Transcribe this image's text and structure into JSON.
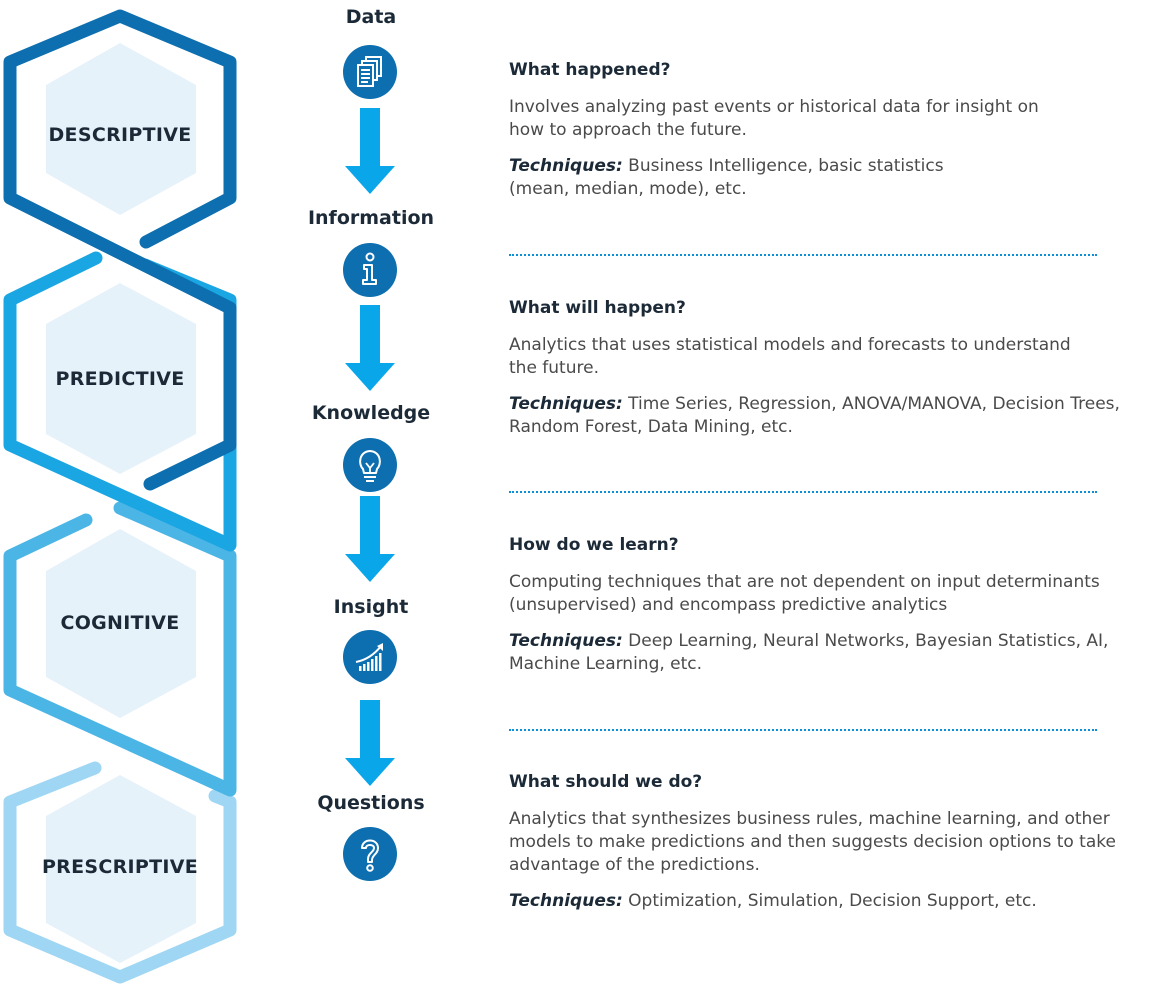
{
  "stages": [
    {
      "label": "DESCRIPTIVE",
      "color": "#0d6faf"
    },
    {
      "label": "PREDICTIVE",
      "color": "#1aa5e3"
    },
    {
      "label": "COGNITIVE",
      "color": "#4bb5e6"
    },
    {
      "label": "PRESCRIPTIVE",
      "color": "#9fd6f3"
    }
  ],
  "steps": [
    {
      "label": "Data",
      "icon": "documents-icon"
    },
    {
      "label": "Information",
      "icon": "info-icon"
    },
    {
      "label": "Knowledge",
      "icon": "lightbulb-icon"
    },
    {
      "label": "Insight",
      "icon": "growth-chart-icon"
    },
    {
      "label": "Questions",
      "icon": "question-icon"
    }
  ],
  "sections": [
    {
      "question": "What happened?",
      "description": "Involves analyzing past events or historical data for insight on how to approach the future.",
      "techniques_label": "Techniques:",
      "techniques": "Business Intelligence, basic statistics (mean, median, mode), etc."
    },
    {
      "question": "What will happen?",
      "description": "Analytics that uses statistical models and forecasts to understand the future.",
      "techniques_label": "Techniques:",
      "techniques": "Time Series, Regression, ANOVA/MANOVA, Decision Trees, Random Forest, Data Mining, etc."
    },
    {
      "question": "How do we learn?",
      "description": "Computing techniques that are not dependent on input determinants (unsupervised) and encompass predictive analytics",
      "techniques_label": "Techniques:",
      "techniques": "Deep Learning, Neural Networks, Bayesian Statistics, AI, Machine Learning, etc."
    },
    {
      "question": "What should we do?",
      "description": "Analytics that synthesizes business rules, machine learning, and other models to make predictions and then suggests decision options to take advantage of the predictions.",
      "techniques_label": "Techniques:",
      "techniques": "Optimization, Simulation, Decision Support, etc."
    }
  ],
  "colors": {
    "hex_fill": "#e6f2fa",
    "icon_circle": "#0d6faf",
    "arrow": "#0aa6ea",
    "separator": "#0a8fd8",
    "heading_text": "#1c2a38",
    "body_text": "#4a4a4a"
  }
}
